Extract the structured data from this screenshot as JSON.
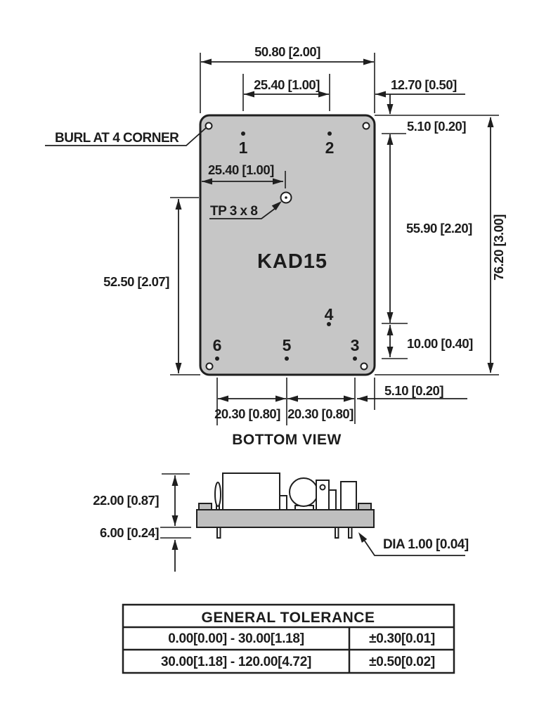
{
  "drawing": {
    "module_label": "KAD15",
    "view_label": "BOTTOM VIEW",
    "burl_note": "BURL AT 4 CORNER",
    "tp_note": "TP 3 x 8",
    "dia_note": "DIA 1.00 [0.04]",
    "pins": {
      "p1": "1",
      "p2": "2",
      "p3": "3",
      "p4": "4",
      "p5": "5",
      "p6": "6"
    },
    "dims": {
      "width_top": "50.80 [2.00]",
      "pin_pitch_top": "25.40 [1.00]",
      "right_offset": "12.70 [0.50]",
      "top_inset": "5.10 [0.20]",
      "pin_span_right": "55.90 [2.20]",
      "pin4_offset": "10.00 [0.40]",
      "height_right": "76.20 [3.00]",
      "bottom_inset": "5.10 [0.20]",
      "pitch_bottom_left": "20.30 [0.80]",
      "pitch_bottom_right": "20.30 [0.80]",
      "left_span": "52.50 [2.07]",
      "tp_offset": "25.40 [1.00]",
      "side_height": "22.00 [0.87]",
      "pin_length": "6.00 [0.24]"
    }
  },
  "tolerance_table": {
    "title": "GENERAL TOLERANCE",
    "rows": [
      {
        "range": "0.00[0.00] - 30.00[1.18]",
        "tolerance": "±0.30[0.01]"
      },
      {
        "range": "30.00[1.18] - 120.00[4.72]",
        "tolerance": "±0.50[0.02]"
      }
    ]
  }
}
